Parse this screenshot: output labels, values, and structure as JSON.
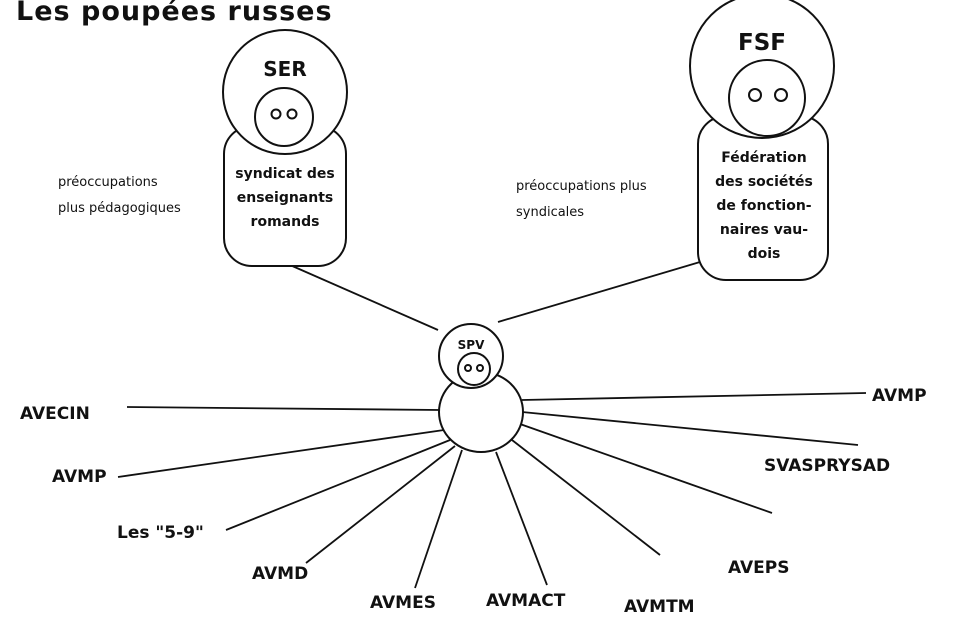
{
  "title": "Les poupées russes",
  "ser": {
    "abbr": "SER",
    "full_lines": [
      "syndicat des",
      "enseignants",
      "romands"
    ],
    "note_lines": [
      "préoccupations",
      "plus pédagogiques"
    ]
  },
  "fsf": {
    "abbr": "FSF",
    "full_lines": [
      "Fédération",
      "des sociétés",
      "de fonction-",
      "naires vau-",
      "dois"
    ],
    "note_lines": [
      "préoccupations plus",
      "syndicales"
    ]
  },
  "spv": {
    "abbr": "SPV"
  },
  "associations": [
    "AVECIN",
    "AVMP",
    "Les \"5-9\"",
    "AVMD",
    "AVMES",
    "AVMACT",
    "AVMTM",
    "AVEPS",
    "SVASPRYSAD",
    "AVMP"
  ]
}
